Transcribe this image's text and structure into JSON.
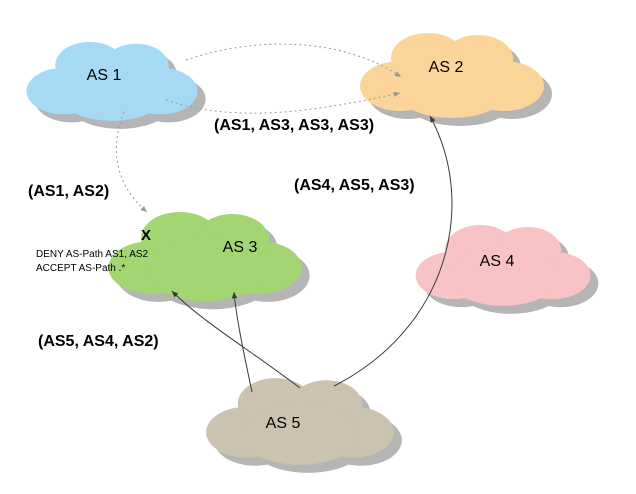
{
  "diagram": {
    "background": "#ffffff",
    "shadow_color": "#b5b5b5",
    "nodes": [
      {
        "id": "as1",
        "label": "AS 1",
        "color": "#a6daf4"
      },
      {
        "id": "as2",
        "label": "AS 2",
        "color": "#fbd49a"
      },
      {
        "id": "as3",
        "label": "AS 3",
        "color": "#a3d573"
      },
      {
        "id": "as4",
        "label": "AS 4",
        "color": "#f7c3c5"
      },
      {
        "id": "as5",
        "label": "AS 5",
        "color": "#cbc2af"
      }
    ],
    "edge_labels": {
      "as1_to_as2_prepend": "(AS1, AS3, AS3, AS3)",
      "as1_to_as3": "(AS1, AS2)",
      "as5_to_as2": "(AS4, AS5, AS3)",
      "as5_to_as3": "(AS5, AS4, AS2)"
    },
    "filter": {
      "reject_mark": "X",
      "deny_rule": "DENY AS-Path AS1, AS2",
      "accept_rule": "ACCEPT AS-Path .*"
    },
    "edge_colors": {
      "dotted": "#9a9a9a",
      "solid": "#3a3a3a"
    }
  }
}
